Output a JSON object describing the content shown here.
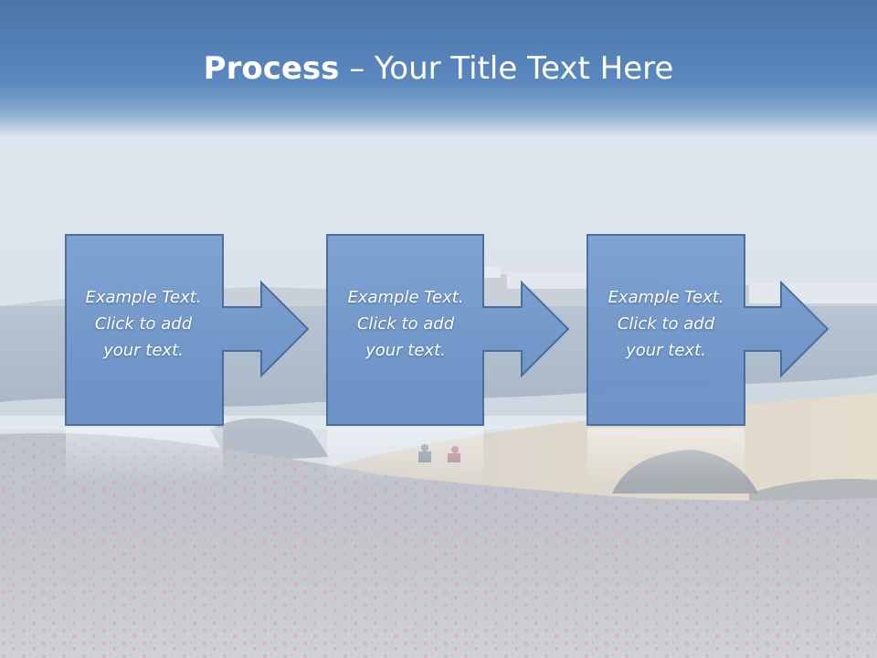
{
  "slide": {
    "title_bold": "Process",
    "title_separator": " – ",
    "title_rest": "Your Title Text Here"
  },
  "steps": [
    {
      "lines": [
        "Example Text.",
        "Click  to add",
        "your text."
      ]
    },
    {
      "lines": [
        "Example Text.",
        "Click  to add",
        "your text."
      ]
    },
    {
      "lines": [
        "Example Text.",
        "Click  to add",
        "your text."
      ]
    }
  ],
  "colors": {
    "title_band": "#4a75a8",
    "step_fill": "#6f97cc",
    "step_stroke": "#45699a",
    "title_text": "#ffffff"
  },
  "background": {
    "scene": "beach-photo"
  }
}
